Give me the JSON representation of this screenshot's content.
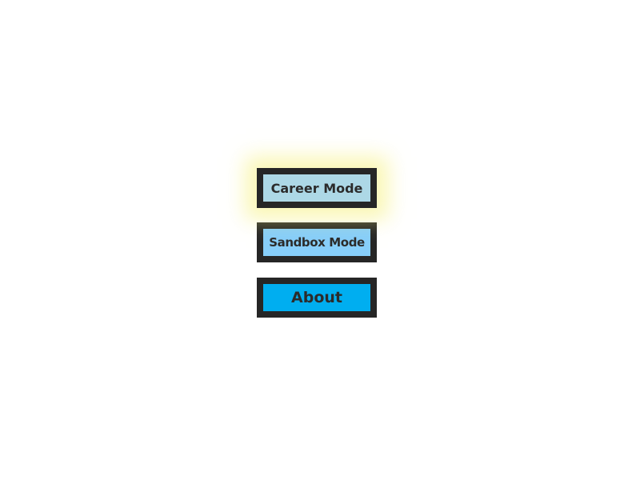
{
  "menu": {
    "career_label": "Career Mode",
    "sandbox_label": "Sandbox Mode",
    "about_label": "About"
  },
  "colors": {
    "border": "#262626",
    "career_bg": "#add8e6",
    "sandbox_bg": "#87cefa",
    "about_bg": "#00aef0",
    "highlight_glow": "#f5f078",
    "text": "#2b2b2b"
  }
}
